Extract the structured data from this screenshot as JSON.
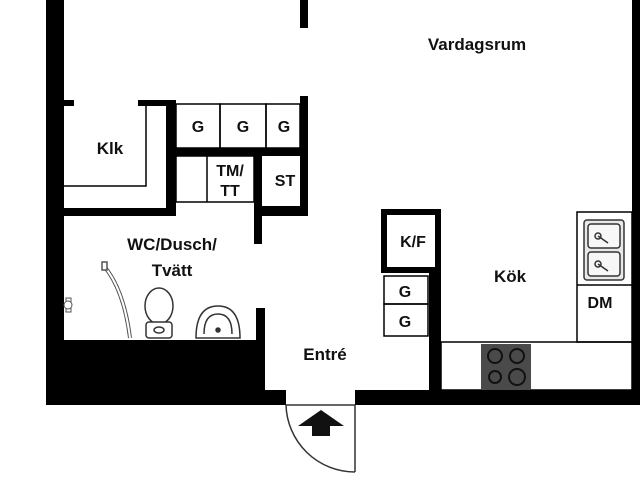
{
  "floorplan": {
    "rooms": {
      "vardagsrum": "Vardagsrum",
      "klk": "Klk",
      "wc": [
        "WC/Dusch/",
        "Tvätt"
      ],
      "kok": "Kök",
      "entre": "Entré",
      "dm": "DM"
    },
    "closets": {
      "g_top": [
        "G",
        "G",
        "G"
      ],
      "tm": [
        "TM/",
        "TT"
      ],
      "st": "ST",
      "kf": "K/F",
      "g_kitchen": [
        "G",
        "G"
      ]
    },
    "colors": {
      "wall": "#000000",
      "fixture": "#333333",
      "stove": "#4a4a4a"
    }
  }
}
